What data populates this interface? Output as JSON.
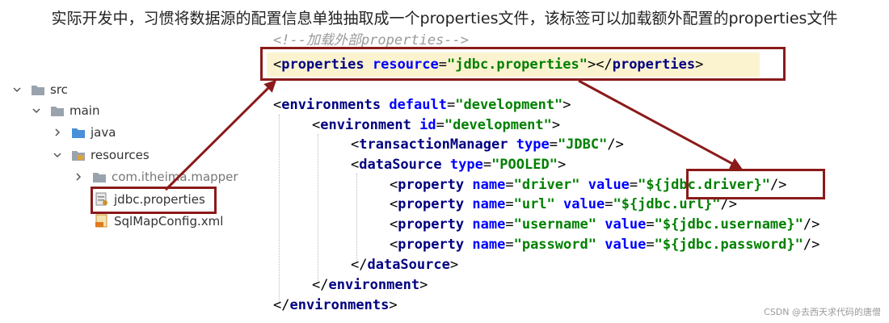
{
  "heading": "实际开发中，习惯将数据源的配置信息单独抽取成一个properties文件，该标签可以加载额外配置的properties文件",
  "tree": {
    "src": "src",
    "main": "main",
    "java": "java",
    "resources": "resources",
    "package": "com.itheima.mapper",
    "jdbc_file": "jdbc.properties",
    "config_file": "SqlMapConfig.xml"
  },
  "code": {
    "comment": "<!--加载外部properties-->",
    "properties_tag": "properties",
    "properties_attr": "resource",
    "properties_value": "\"jdbc.properties\"",
    "environments_tag": "environments",
    "environments_attr": "default",
    "environments_value": "\"development\"",
    "environment_tag": "environment",
    "environment_attr": "id",
    "environment_value": "\"development\"",
    "tm_tag": "transactionManager",
    "tm_attr": "type",
    "tm_value": "\"JDBC\"",
    "ds_tag": "dataSource",
    "ds_attr": "type",
    "ds_value": "\"POOLED\"",
    "prop_tag": "property",
    "name_attr": "name",
    "value_attr": "value",
    "prop1_name": "\"driver\"",
    "prop1_value": "\"${jdbc.driver}\"",
    "prop2_name": "\"url\"",
    "prop2_value": "\"${jdbc.url}\"",
    "prop3_name": "\"username\"",
    "prop3_value": "\"${jdbc.username}\"",
    "prop4_name": "\"password\"",
    "prop4_value": "\"${jdbc.password}\""
  },
  "watermark": "CSDN @去西天求代码的唐僧",
  "colors": {
    "annotation": "#8b1a1a",
    "highlight": "#fbf3d0",
    "tag": "#000080",
    "attr": "#0000ff",
    "value": "#008000"
  }
}
